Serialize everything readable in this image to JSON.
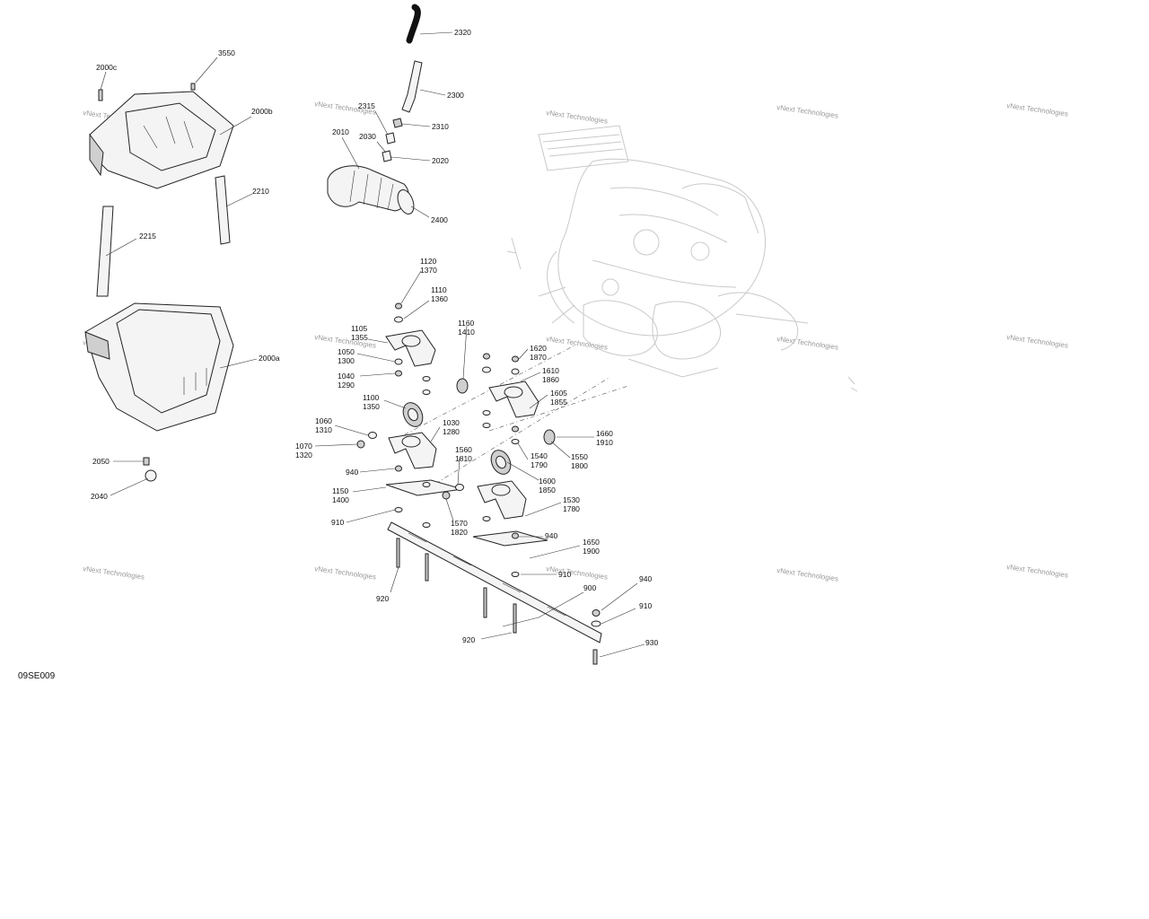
{
  "diagram_code": "09SE009",
  "watermark": "vNext Technologies",
  "callouts": [
    {
      "id": "c-3550",
      "text": [
        "3550"
      ]
    },
    {
      "id": "c-2000c",
      "text": [
        "2000c"
      ]
    },
    {
      "id": "c-2000b",
      "text": [
        "2000b"
      ]
    },
    {
      "id": "c-2210",
      "text": [
        "2210"
      ]
    },
    {
      "id": "c-2215",
      "text": [
        "2215"
      ]
    },
    {
      "id": "c-2000a",
      "text": [
        "2000a"
      ]
    },
    {
      "id": "c-2050",
      "text": [
        "2050"
      ]
    },
    {
      "id": "c-2040",
      "text": [
        "2040"
      ]
    },
    {
      "id": "c-2320",
      "text": [
        "2320"
      ]
    },
    {
      "id": "c-2300",
      "text": [
        "2300"
      ]
    },
    {
      "id": "c-2315",
      "text": [
        "2315"
      ]
    },
    {
      "id": "c-2310",
      "text": [
        "2310"
      ]
    },
    {
      "id": "c-2010",
      "text": [
        "2010"
      ]
    },
    {
      "id": "c-2030",
      "text": [
        "2030"
      ]
    },
    {
      "id": "c-2020",
      "text": [
        "2020"
      ]
    },
    {
      "id": "c-2400",
      "text": [
        "2400"
      ]
    },
    {
      "id": "c-1120",
      "text": [
        "1120",
        "1370"
      ]
    },
    {
      "id": "c-1110",
      "text": [
        "1110",
        "1360"
      ]
    },
    {
      "id": "c-1105",
      "text": [
        "1105",
        "1355"
      ]
    },
    {
      "id": "c-1050",
      "text": [
        "1050",
        "1300"
      ]
    },
    {
      "id": "c-1160",
      "text": [
        "1160",
        "1410"
      ]
    },
    {
      "id": "c-1620",
      "text": [
        "1620",
        "1870"
      ]
    },
    {
      "id": "c-1610",
      "text": [
        "1610",
        "1860"
      ]
    },
    {
      "id": "c-1605",
      "text": [
        "1605",
        "1855"
      ]
    },
    {
      "id": "c-1040",
      "text": [
        "1040",
        "1290"
      ]
    },
    {
      "id": "c-1100",
      "text": [
        "1100",
        "1350"
      ]
    },
    {
      "id": "c-1060",
      "text": [
        "1060",
        "1310"
      ]
    },
    {
      "id": "c-1030",
      "text": [
        "1030",
        "1280"
      ]
    },
    {
      "id": "c-1660",
      "text": [
        "1660",
        "1910"
      ]
    },
    {
      "id": "c-1070",
      "text": [
        "1070",
        "1320"
      ]
    },
    {
      "id": "c-1560",
      "text": [
        "1560",
        "1810"
      ]
    },
    {
      "id": "c-1540",
      "text": [
        "1540",
        "1790"
      ]
    },
    {
      "id": "c-1550",
      "text": [
        "1550",
        "1800"
      ]
    },
    {
      "id": "c-940a",
      "text": [
        "940"
      ]
    },
    {
      "id": "c-1600",
      "text": [
        "1600",
        "1850"
      ]
    },
    {
      "id": "c-1150",
      "text": [
        "1150",
        "1400"
      ]
    },
    {
      "id": "c-1530",
      "text": [
        "1530",
        "1780"
      ]
    },
    {
      "id": "c-910a",
      "text": [
        "910"
      ]
    },
    {
      "id": "c-1570",
      "text": [
        "1570",
        "1820"
      ]
    },
    {
      "id": "c-940b",
      "text": [
        "940"
      ]
    },
    {
      "id": "c-1650",
      "text": [
        "1650",
        "1900"
      ]
    },
    {
      "id": "c-910b",
      "text": [
        "910"
      ]
    },
    {
      "id": "c-920a",
      "text": [
        "920"
      ]
    },
    {
      "id": "c-900",
      "text": [
        "900"
      ]
    },
    {
      "id": "c-940c",
      "text": [
        "940"
      ]
    },
    {
      "id": "c-910c",
      "text": [
        "910"
      ]
    },
    {
      "id": "c-920b",
      "text": [
        "920"
      ]
    },
    {
      "id": "c-930",
      "text": [
        "930"
      ]
    }
  ]
}
